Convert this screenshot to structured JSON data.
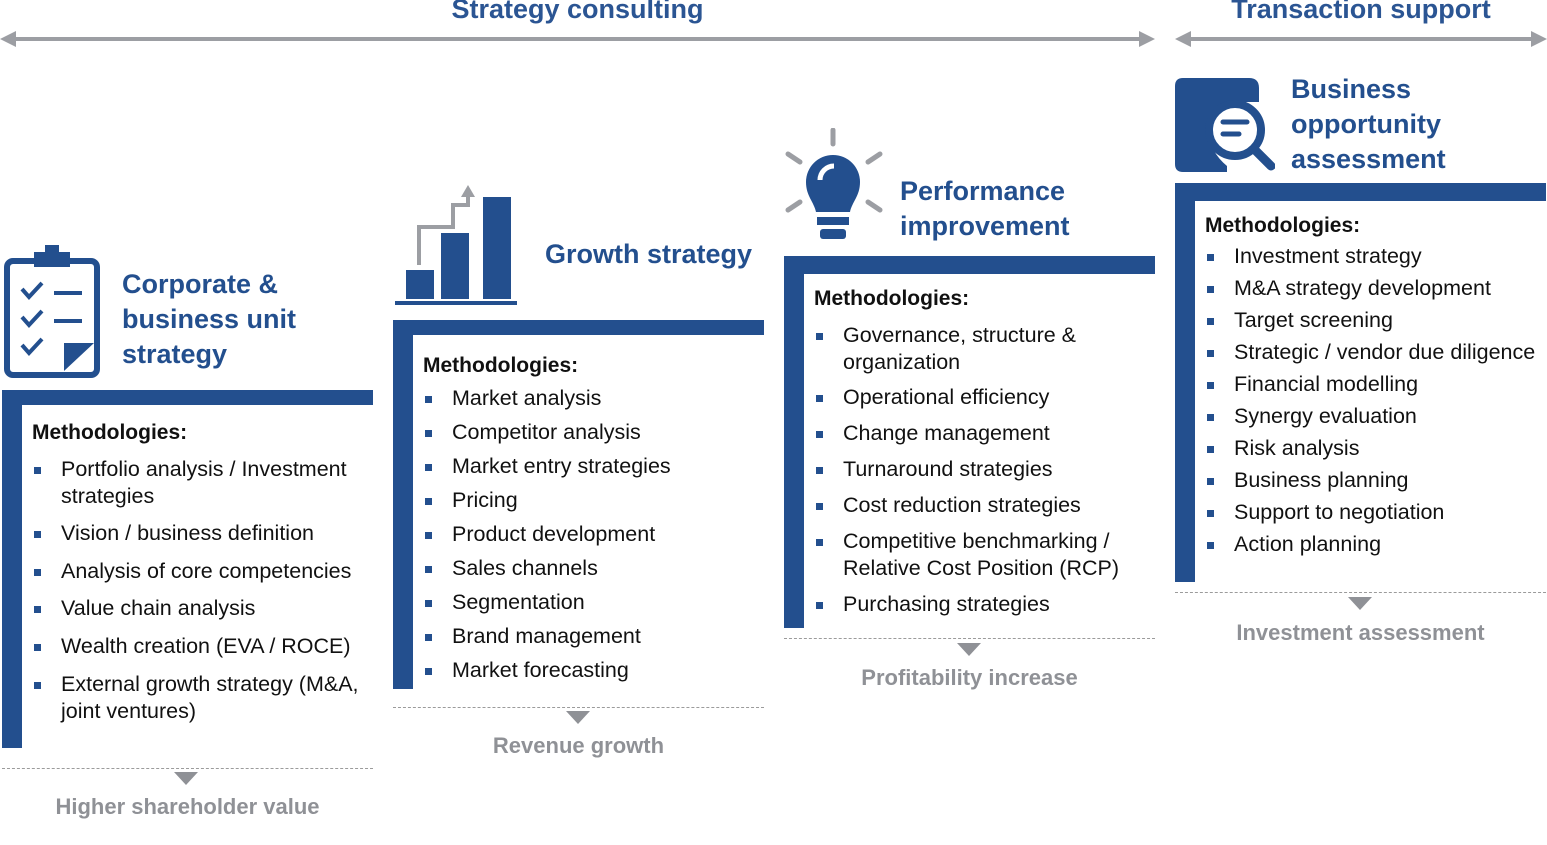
{
  "header": {
    "strategy_title": "Strategy consulting",
    "transaction_title": "Transaction support"
  },
  "colors": {
    "navy": "#234f8e",
    "header_blue": "#2b5593",
    "gray": "#8f9196",
    "arrow_gray": "#9c9ea3"
  },
  "columns": [
    {
      "icon": "clipboard-checklist-icon",
      "title": "Corporate & business unit strategy",
      "methodologies_label": "Methodologies:",
      "items": [
        "Portfolio analysis / Investment strategies",
        "Vision / business definition",
        "Analysis of core competencies",
        "Value chain analysis",
        "Wealth creation (EVA / ROCE)",
        "External growth strategy (M&A, joint ventures)"
      ],
      "outcome": "Higher shareholder value"
    },
    {
      "icon": "bar-chart-growth-icon",
      "title": "Growth strategy",
      "methodologies_label": "Methodologies:",
      "items": [
        "Market analysis",
        "Competitor analysis",
        "Market entry strategies",
        "Pricing",
        "Product development",
        "Sales channels",
        "Segmentation",
        "Brand management",
        "Market forecasting"
      ],
      "outcome": "Revenue growth"
    },
    {
      "icon": "lightbulb-icon",
      "title": "Performance improvement",
      "methodologies_label": "Methodologies:",
      "items": [
        "Governance, structure & organization",
        "Operational efficiency",
        "Change management",
        "Turnaround strategies",
        "Cost reduction strategies",
        "Competitive benchmarking / Relative Cost Position (RCP)",
        "Purchasing strategies"
      ],
      "outcome": "Profitability increase"
    },
    {
      "icon": "document-magnifier-icon",
      "title": "Business opportunity assessment",
      "methodologies_label": "Methodologies:",
      "items": [
        "Investment strategy",
        "M&A strategy development",
        "Target screening",
        "Strategic / vendor due diligence",
        "Financial modelling",
        "Synergy evaluation",
        "Risk analysis",
        "Business planning",
        "Support to negotiation",
        "Action planning"
      ],
      "outcome": "Investment assessment"
    }
  ]
}
